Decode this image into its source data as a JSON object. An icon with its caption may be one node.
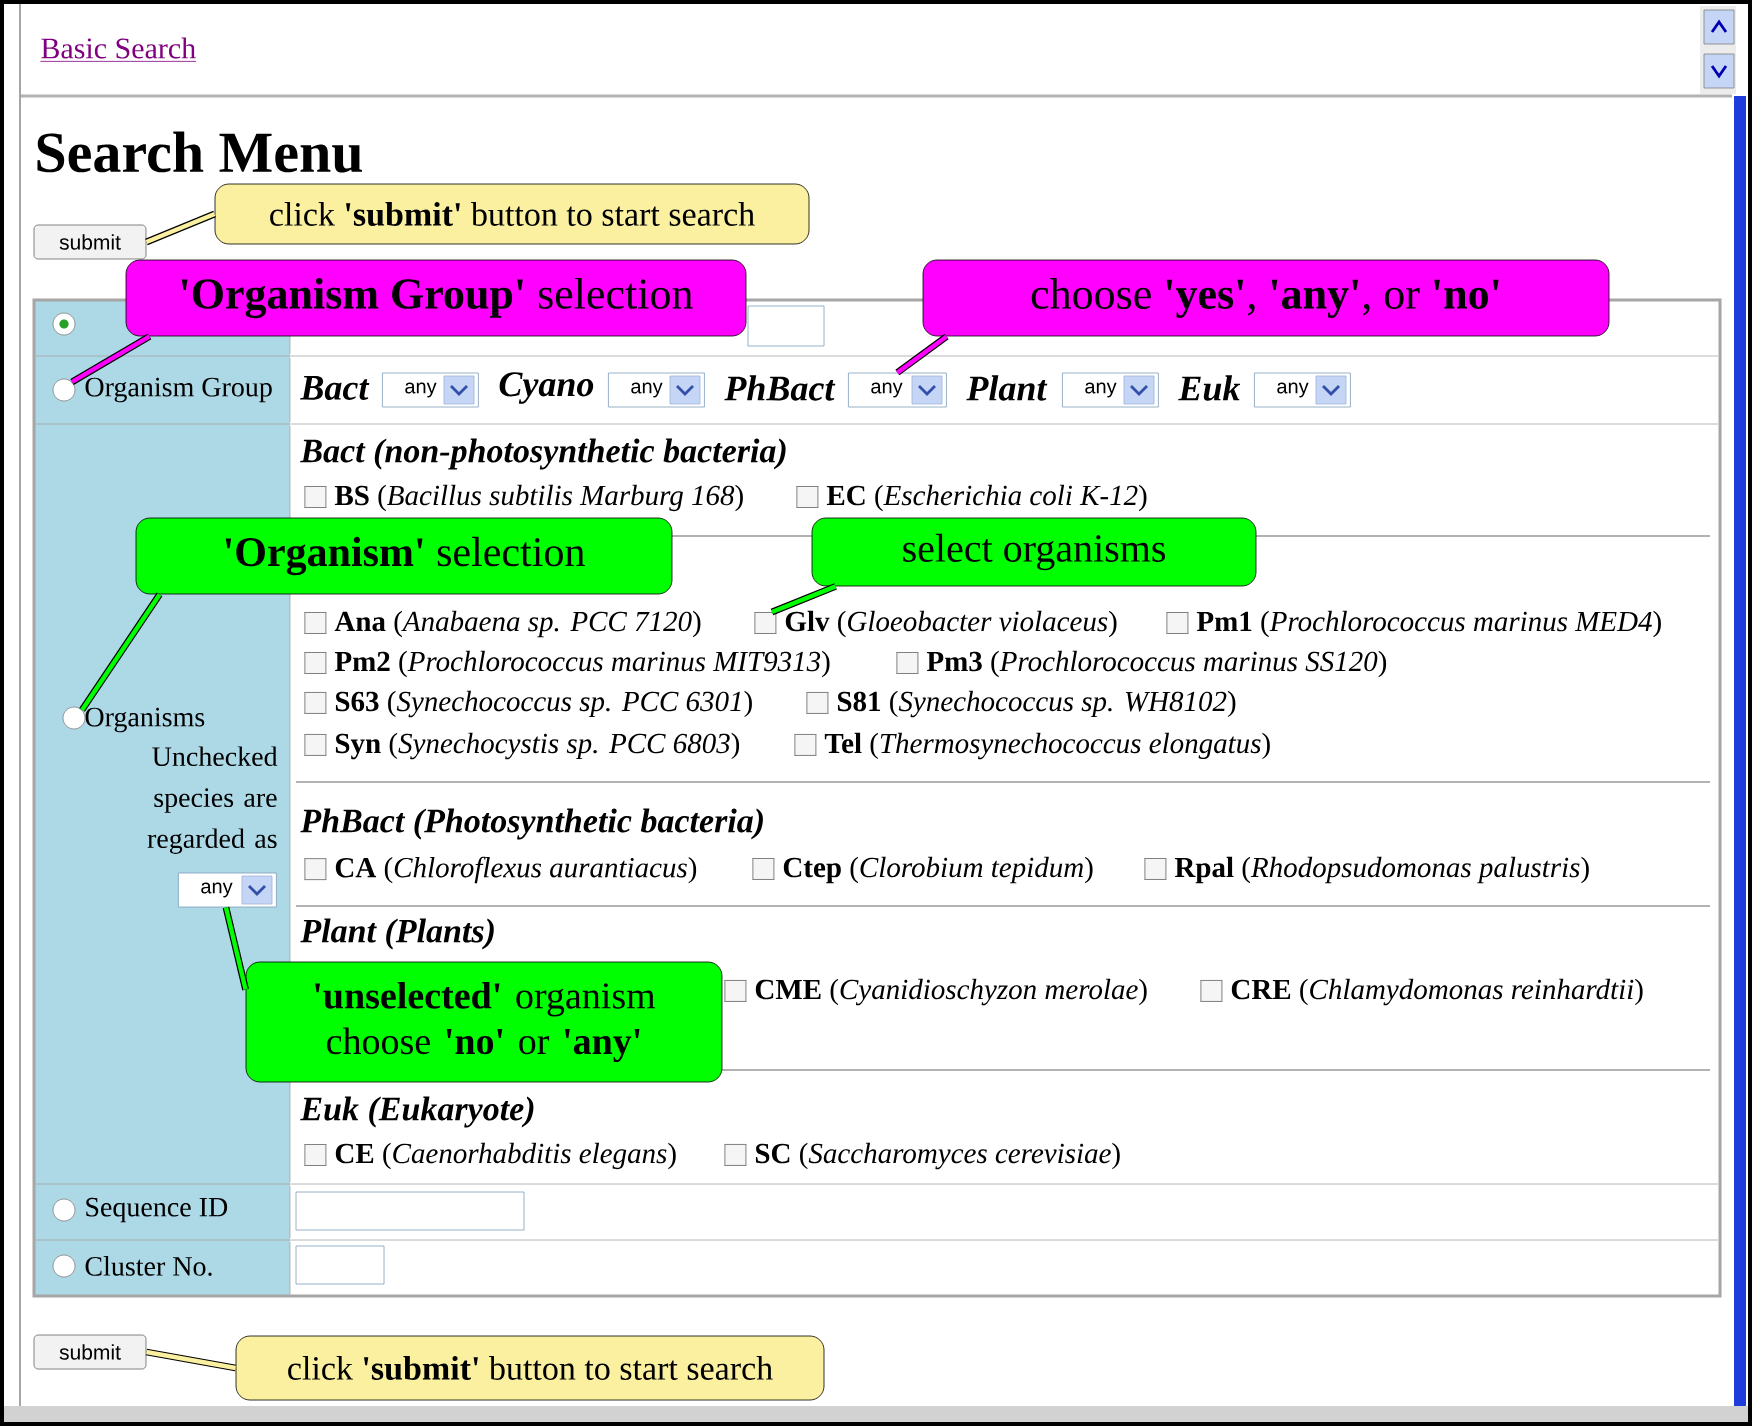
{
  "diagram": {
    "title": "Search Menu",
    "nodes": [
      {
        "text": [
          "click **'submit'** button to start search"
        ]
      },
      {
        "text": [
          "submit"
        ]
      },
      {
        "text": [
          "**'Organism Group'** selection"
        ]
      },
      {
        "text": [
          "choose **'yes'**, **'any'**, or **'no'**"
        ]
      },
      {
        "text": [],
        "shape": "circle"
      },
      {
        "text": [],
        "shape": "box"
      },
      {
        "text": [],
        "shape": "circle"
      },
      {
        "text": [
          "any"
        ]
      },
      {
        "text": [
          "any"
        ]
      },
      {
        "text": [
          "any"
        ]
      },
      {
        "text": [
          "any"
        ]
      },
      {
        "text": [
          "any"
        ]
      },
      {
        "text": [
          "**BS** (*Bacillus subtilis Marburg 168*)"
        ]
      },
      {
        "text": [
          "**EC** (*Escherichia coli K-12*)"
        ]
      },
      {
        "text": [
          "**'Organism'** selection"
        ]
      },
      {
        "text": [
          "select organisms"
        ]
      },
      {
        "text": [
          "**Ana** (*Anabaena sp. PCC 7120*)"
        ]
      },
      {
        "text": [
          "**Glv** (*Gloeobacter violaceus*)"
        ]
      },
      {
        "text": [
          "**Pm1** (*Prochlorococcus marinus MED4*)"
        ]
      },
      {
        "text": [
          "**Pm2** (*Prochlorococcus marinus MIT9313*)"
        ]
      },
      {
        "text": [
          "**Pm3** (*Prochlorococcus marinus SS120*)"
        ]
      },
      {
        "text": [
          "**S63** (*Synechococcus sp. PCC 6301*)"
        ]
      },
      {
        "text": [
          "**S81** (*Synechococcus sp. WH8102*)"
        ]
      },
      {
        "text": [],
        "shape": "circle"
      },
      {
        "text": [
          "**Syn** (*Synechocystis sp. PCC 6803*)"
        ]
      },
      {
        "text": [
          "**Tel** (*Thermosynechococcus elongatus*)"
        ]
      },
      {
        "text": [
          "**CA** (*Chloroflexus aurantiacus*)"
        ]
      },
      {
        "text": [
          "**Ctep** (*Clorobium tepidum*)"
        ]
      },
      {
        "text": [
          "**Rpal** (*Rhodopsudomonas palustris*)"
        ]
      },
      {
        "text": [
          "any"
        ]
      },
      {
        "text": [
          "**'unselected'** organism choose **'no'** or **'any'**"
        ]
      },
      {
        "text": [
          "**CME** (*Cyanidioschyzon merolae*)"
        ]
      },
      {
        "text": [
          "**CRE** (*Chlamydomonas reinhardtii*)"
        ]
      },
      {
        "text": [
          "**CE** (*Caenorhabditis elegans*)"
        ]
      },
      {
        "text": [
          "**SC** (*Saccharomyces cerevisiae*)"
        ]
      },
      {
        "text": [],
        "shape": "circle"
      },
      {
        "text": [],
        "shape": "box"
      },
      {
        "text": [],
        "shape": "circle"
      },
      {
        "text": [],
        "shape": "box"
      },
      {
        "text": [
          "submit"
        ]
      },
      {
        "text": [
          "click **'submit'** button to start search"
        ]
      }
    ],
    "edges": [
      {
        "from": 0,
        "to": 1,
        "arrow": "none"
      },
      {
        "from": 2,
        "to": 6,
        "arrow": "none"
      },
      {
        "from": 3,
        "to": 9,
        "arrow": "none"
      },
      {
        "from": 14,
        "to": 23,
        "arrow": "none"
      },
      {
        "from": 15,
        "to": 17,
        "arrow": "none"
      },
      {
        "from": 30,
        "to": 29,
        "arrow": "none"
      },
      {
        "from": 40,
        "to": 39,
        "arrow": "none"
      }
    ],
    "labels": [
      "Basic Search",
      "Organism Group",
      "Bact",
      "Cyano",
      "PhBact",
      "Plant",
      "Euk",
      "Bact (non-photosynthetic bacteria)",
      "Organisms",
      "Unchecked species are regarded as",
      "PhBact (Photosynthetic bacteria)",
      "Plant (Plants)",
      "Euk (Eukaryote)",
      "Sequence ID",
      "Cluster No."
    ]
  }
}
